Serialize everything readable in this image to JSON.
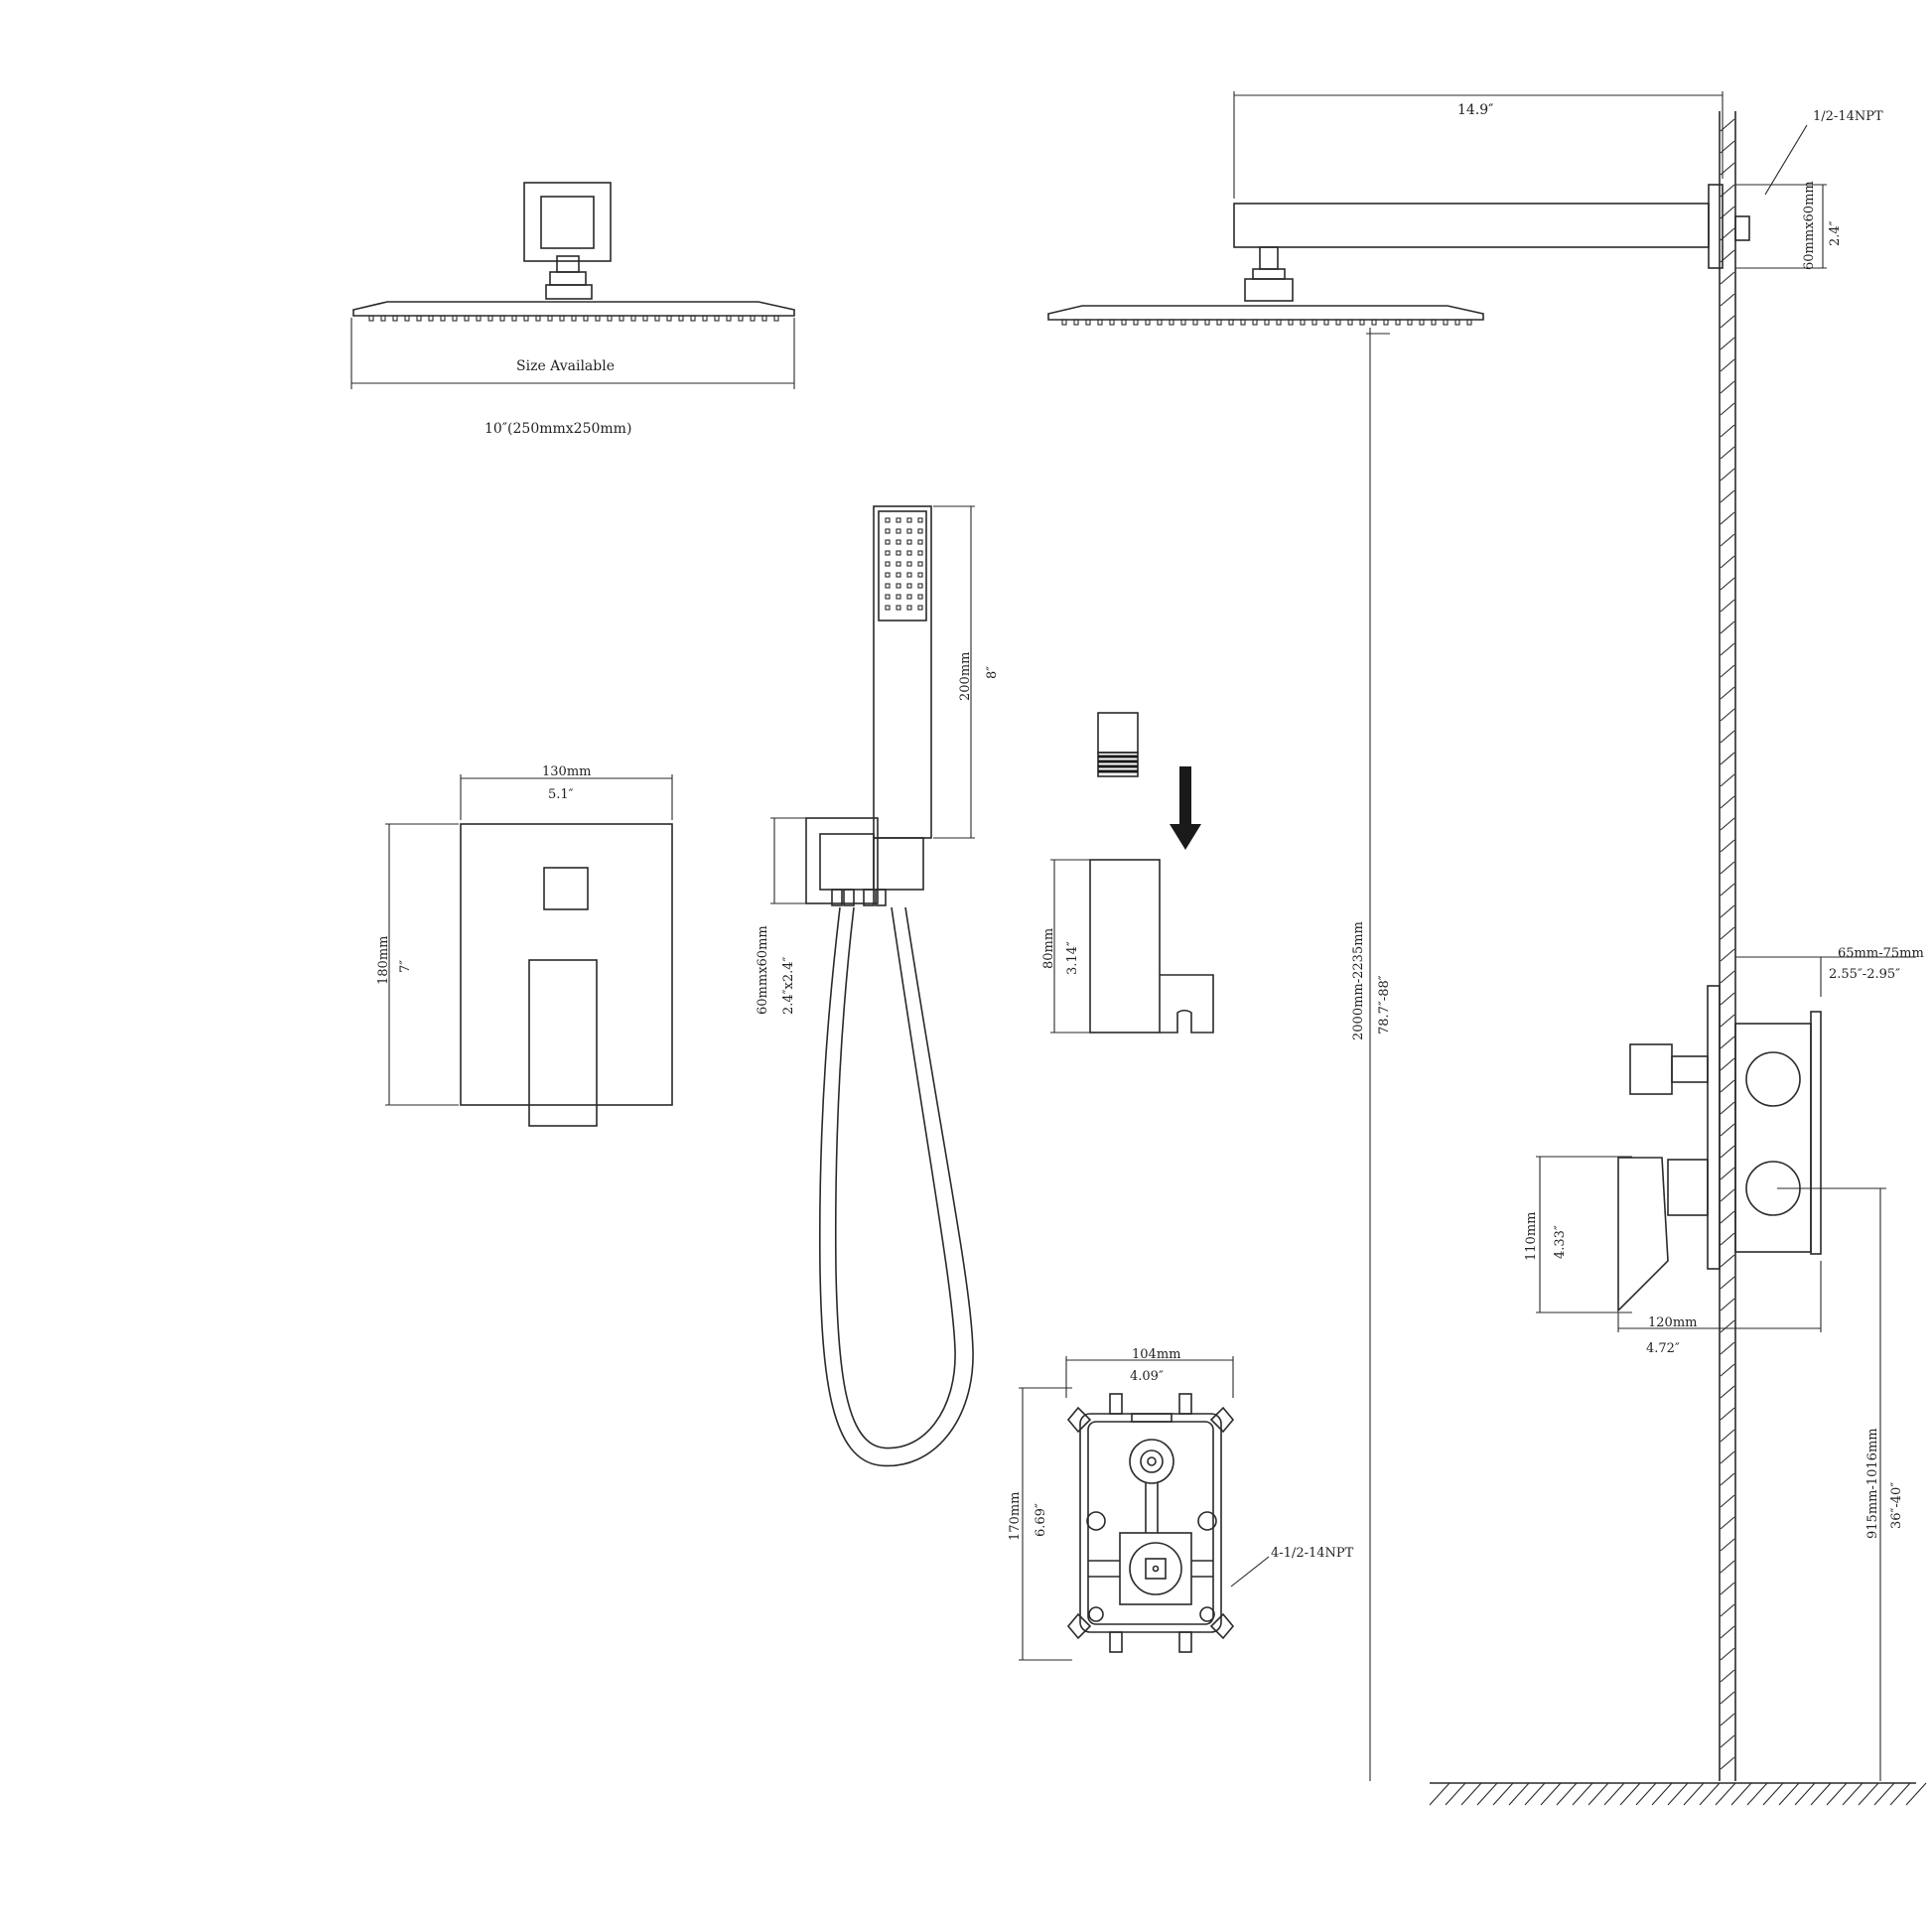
{
  "labels": {
    "rain_head_size_available": "Size Available",
    "rain_head_size": "10″(250mmx250mm)",
    "arm_length": "14.9″",
    "arm_thread": "1/2-14NPT",
    "flange_mm": "60mmx60mm",
    "flange_in": "2.4″",
    "handheld_len_mm": "200mm",
    "handheld_len_in": "8″",
    "bracket_mm": "60mmx60mm",
    "bracket_in": "2.4″x2.4″",
    "trim_width_mm": "130mm",
    "trim_width_in": "5.1″",
    "trim_height_mm": "180mm",
    "trim_height_in": "7″",
    "holder_height_mm": "80mm",
    "holder_height_in": "3.14″",
    "install_height_mm": "2000mm-2235mm",
    "install_height_in": "78.7″-88″",
    "depth_mm": "65mm-75mm",
    "depth_in": "2.55″-2.95″",
    "valve_height_mm": "110mm",
    "valve_height_in": "4.33″",
    "valve_depth_mm": "120mm",
    "valve_depth_in": "4.72″",
    "box_width_mm": "104mm",
    "box_width_in": "4.09″",
    "box_height_mm": "170mm",
    "box_height_in": "6.69″",
    "box_thread": "4-1/2-14NPT",
    "valve_floor_mm": "915mm-1016mm",
    "valve_floor_in": "36″-40″"
  }
}
